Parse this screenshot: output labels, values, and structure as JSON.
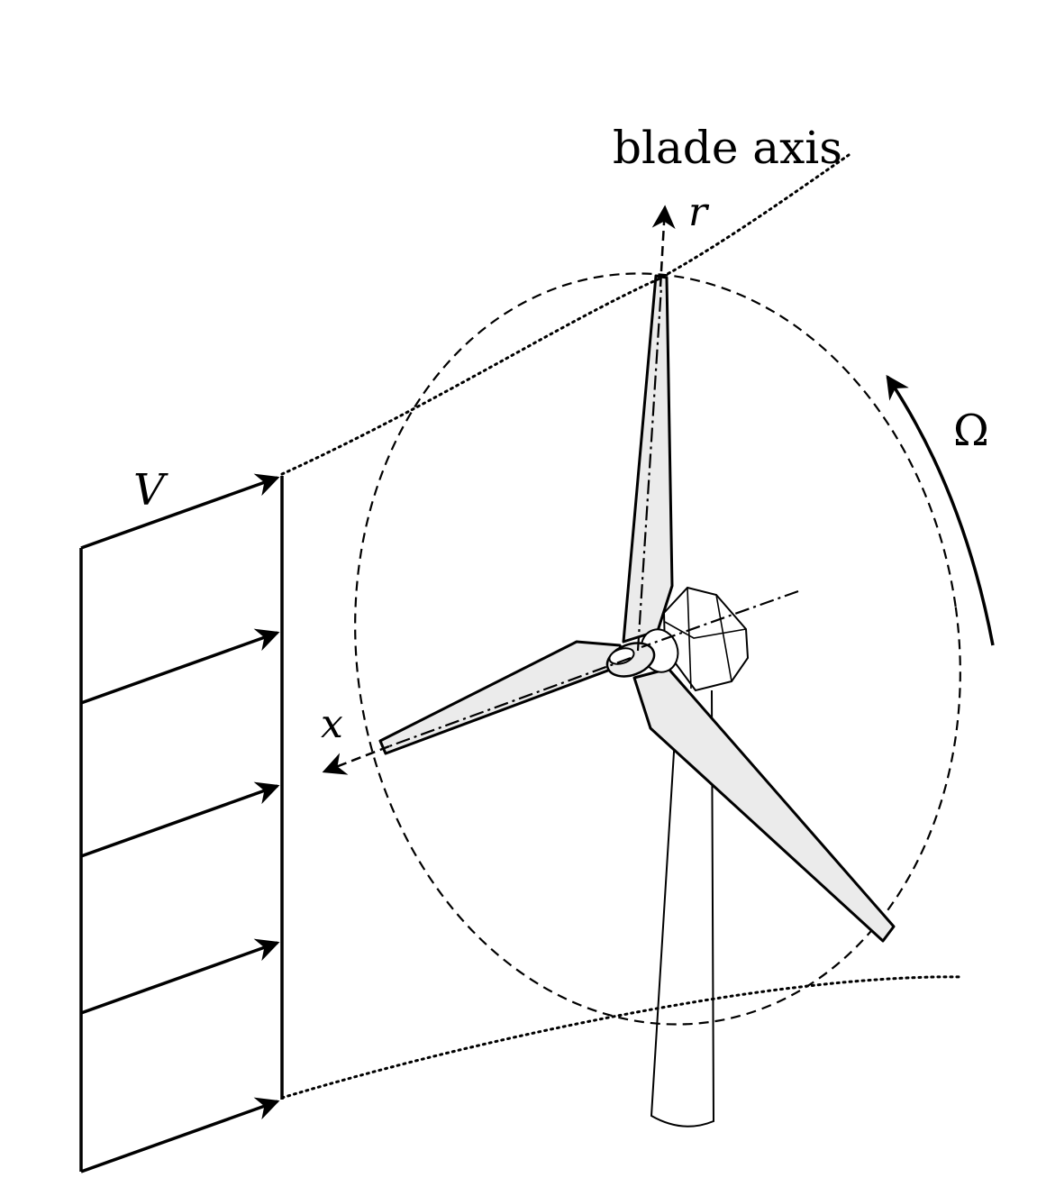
{
  "labels": {
    "blade_axis": "blade axis",
    "r": "r",
    "x": "x",
    "V": "V",
    "omega": "Ω"
  },
  "wind_profile": {
    "arrow_count": 5
  }
}
